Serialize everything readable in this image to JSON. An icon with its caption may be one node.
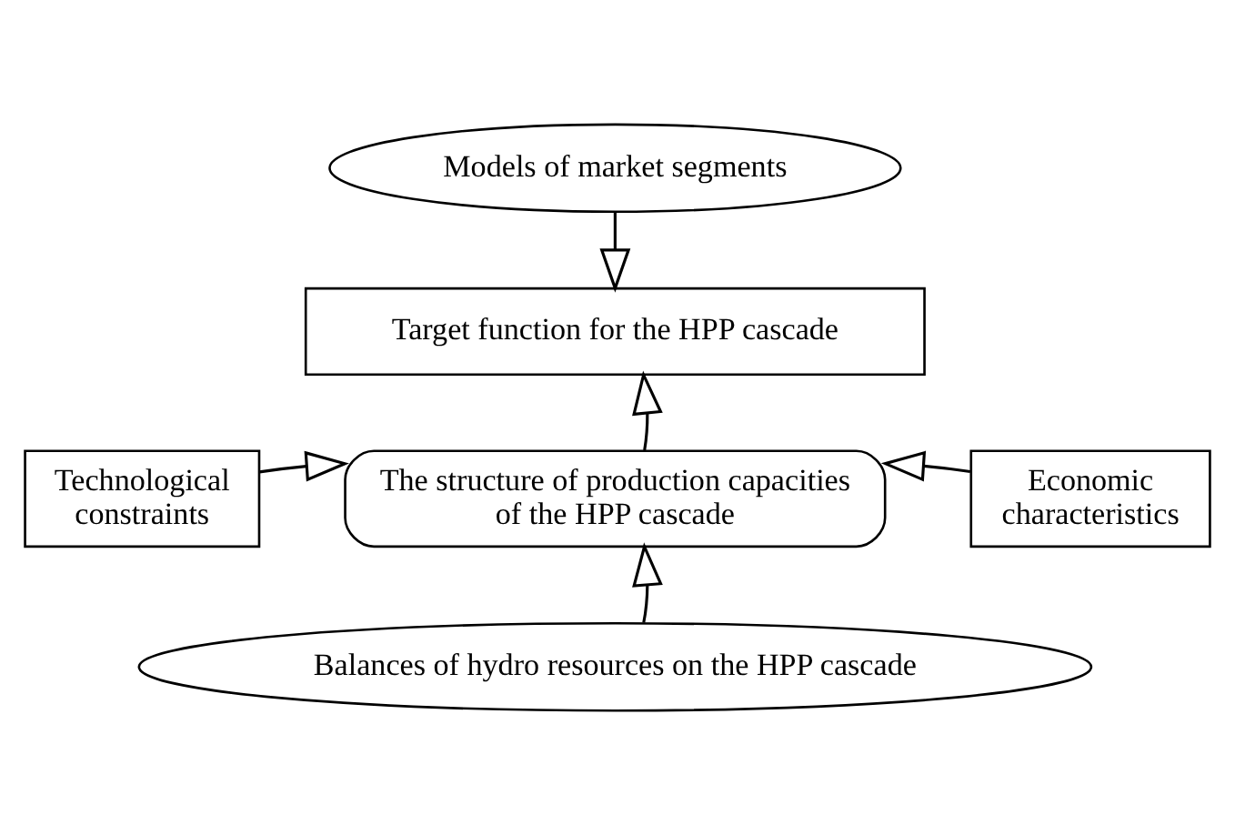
{
  "diagram": {
    "nodes": [
      {
        "text": [
          "Models of market segments"
        ]
      },
      {
        "text": [
          "Target function for the HPP cascade"
        ]
      },
      {
        "text": [
          "Technological constraints"
        ]
      },
      {
        "text": [
          "The structure of production capacities of the HPP cascade"
        ]
      },
      {
        "text": [
          "Economic characteristics"
        ]
      },
      {
        "text": [
          "Balances of hydro resources on the HPP cascade"
        ]
      }
    ],
    "edges": [
      {
        "from": 0,
        "to": 1,
        "arrow": "to"
      },
      {
        "from": 3,
        "to": 1,
        "arrow": "to"
      },
      {
        "from": 2,
        "to": 3,
        "arrow": "to"
      },
      {
        "from": 4,
        "to": 3,
        "arrow": "to"
      },
      {
        "from": 5,
        "to": 3,
        "arrow": "to"
      }
    ]
  }
}
